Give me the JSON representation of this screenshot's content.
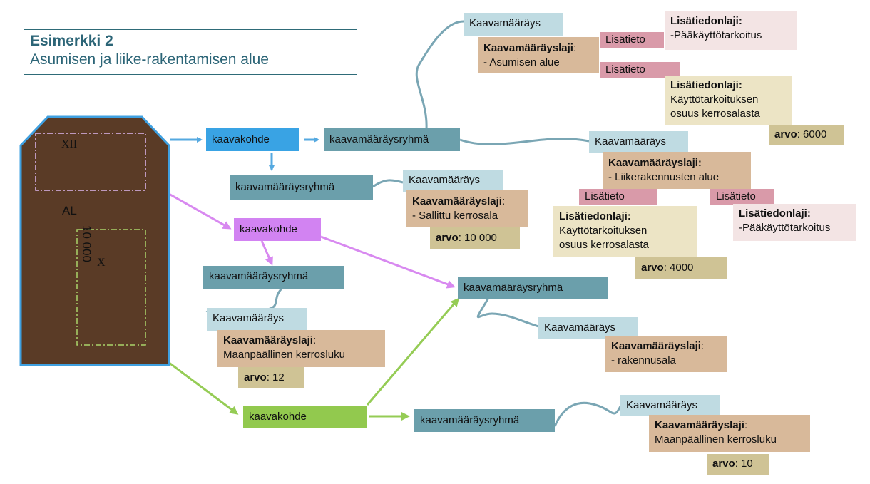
{
  "title": {
    "line1": "Esimerkki 2",
    "line2": "Asumisen ja liike-rakentamisen alue"
  },
  "plot": {
    "area_code": "AL",
    "upper_roman": "XII",
    "lower_roman": "X",
    "rotated_value": "10 000",
    "colors": {
      "fill": "#5a3b26",
      "border": "#3fa0e0"
    }
  },
  "nodes": {
    "kohde_blue": "kaavakohde",
    "kohde_violet": "kaavakohde",
    "kohde_green": "kaavakohde",
    "ryhma_top": "kaavamääräysryhmä",
    "ryhma_mid": "kaavamääräysryhmä",
    "ryhma_violet": "kaavamääräysryhmä",
    "ryhma_shared": "kaavamääräysryhmä",
    "ryhma_green": "kaavamääräysryhmä",
    "m1": {
      "maarays": "Kaavamääräys",
      "laji_bold": "Kaavamääräyslaji",
      "laji_colon": ":",
      "laji_value": "- Asumisen alue",
      "lisatieto_a": "Lisätieto",
      "lisatieto_b": "Lisätieto",
      "ltl_a_bold": "Lisätiedonlaji:",
      "ltl_a_value": "-Pääkäyttötarkoitus",
      "ltl_b_bold": "Lisätiedonlaji:",
      "ltl_b_line1": "Käyttötarkoituksen",
      "ltl_b_line2": "osuus kerrosalasta",
      "arvo_bold": "arvo",
      "arvo_value": ": 6000"
    },
    "m2": {
      "maarays": "Kaavamääräys",
      "laji_bold": "Kaavamääräyslaji:",
      "laji_value": "- Liikerakennusten alue",
      "lisatieto_a": "Lisätieto",
      "lisatieto_b": "Lisätieto",
      "ltl_a_bold": "Lisätiedonlaji:",
      "ltl_a_line1": "Käyttötarkoituksen",
      "ltl_a_line2": "osuus kerrosalasta",
      "arvo_bold": "arvo",
      "arvo_value": ": 4000",
      "ltl_b_bold": "Lisätiedonlaji:",
      "ltl_b_value": "-Pääkäyttötarkoitus"
    },
    "m3": {
      "maarays": "Kaavamääräys",
      "laji_bold": "Kaavamääräyslaji",
      "laji_colon": ":",
      "laji_value": "- Sallittu kerrosala",
      "arvo_bold": "arvo",
      "arvo_value": ": 10 000"
    },
    "m4": {
      "maarays": "Kaavamääräys",
      "laji_bold": "Kaavamääräyslaji",
      "laji_colon": ":",
      "laji_value": "Maanpäällinen kerrosluku",
      "arvo_bold": "arvo",
      "arvo_value": ": 12"
    },
    "m5": {
      "maarays": "Kaavamääräys",
      "laji_bold": "Kaavamääräyslaji",
      "laji_colon": ":",
      "laji_value": "- rakennusala"
    },
    "m6": {
      "maarays": "Kaavamääräys",
      "laji_bold": "Kaavamääräyslaji",
      "laji_colon": ":",
      "laji_value": "Maanpäällinen kerrosluku",
      "arvo_bold": "arvo",
      "arvo_value": ": 10"
    }
  },
  "colors": {
    "blue_arrow": "#55a9e0",
    "violet_arrow": "#d889f0",
    "green_arrow": "#95cc55",
    "connector": "#7aa6b4"
  }
}
